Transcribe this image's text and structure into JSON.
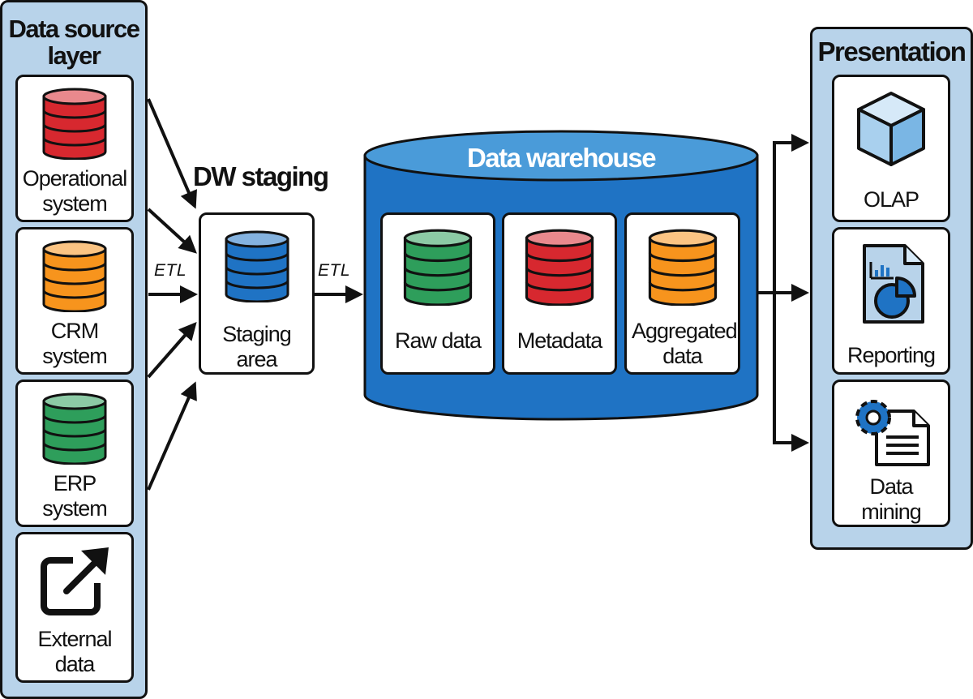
{
  "source_layer": {
    "title": "Data source layer",
    "items": [
      {
        "label": "Operational system",
        "icon": "database-icon",
        "color": "#d7282f"
      },
      {
        "label": "CRM system",
        "icon": "database-icon",
        "color": "#f7941d"
      },
      {
        "label": "ERP system",
        "icon": "database-icon",
        "color": "#2e9e5b"
      },
      {
        "label": "External data",
        "icon": "external-link-icon"
      }
    ]
  },
  "staging": {
    "heading": "DW staging",
    "card_label": "Staging area",
    "icon": "database-icon",
    "color": "#1f73c4"
  },
  "etl_labels": {
    "left": "ETL",
    "right": "ETL"
  },
  "warehouse": {
    "title": "Data warehouse",
    "color": "#1f73c4",
    "items": [
      {
        "label": "Raw data",
        "icon": "database-icon",
        "color": "#2e9e5b"
      },
      {
        "label": "Metadata",
        "icon": "database-icon",
        "color": "#d7282f"
      },
      {
        "label": "Aggregated data",
        "icon": "database-icon",
        "color": "#f7941d"
      }
    ]
  },
  "presentation": {
    "title": "Presentation",
    "items": [
      {
        "label": "OLAP",
        "icon": "cube-icon"
      },
      {
        "label": "Reporting",
        "icon": "report-chart-icon"
      },
      {
        "label": "Data mining",
        "icon": "gear-document-icon"
      }
    ]
  }
}
